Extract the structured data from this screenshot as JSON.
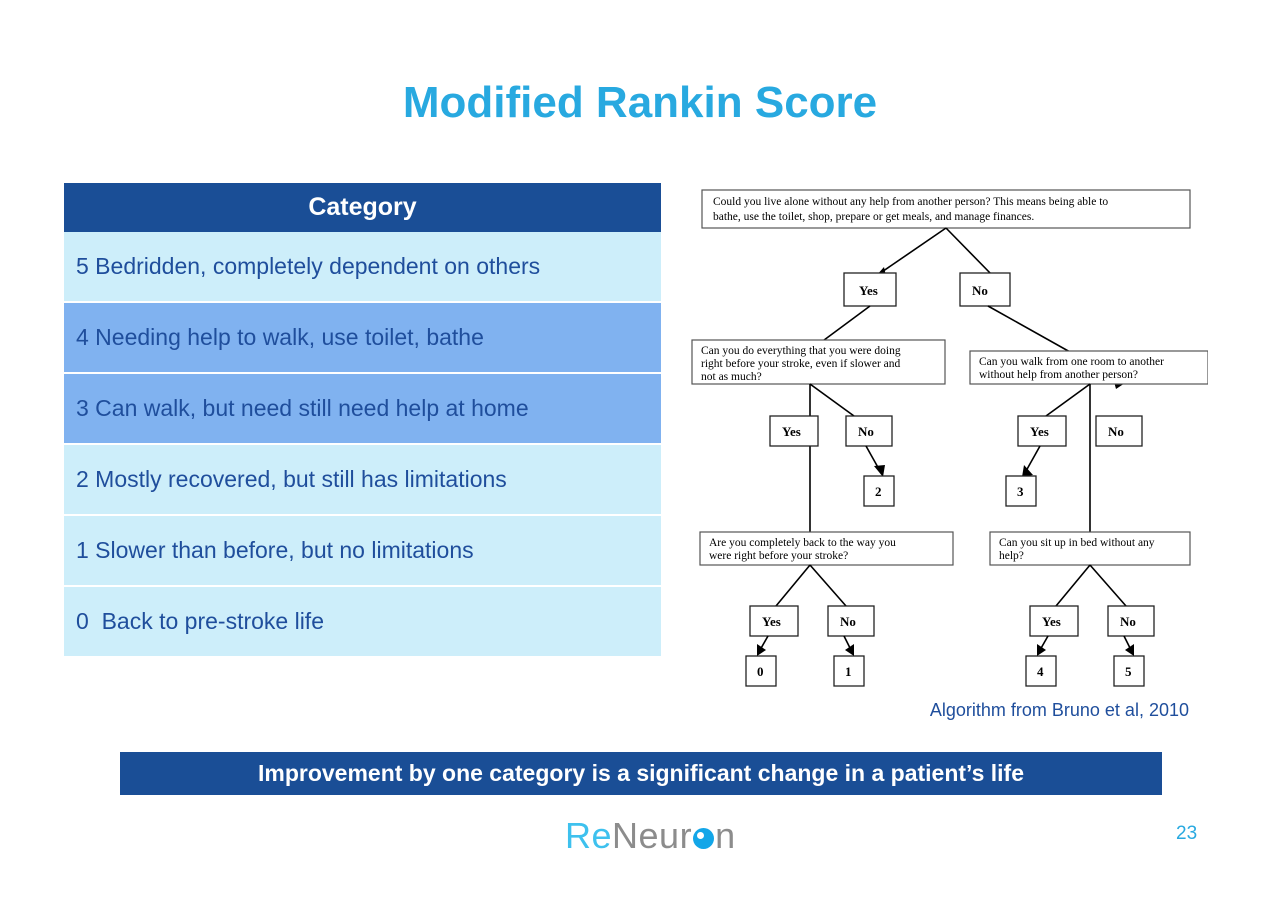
{
  "slide": {
    "title": "Modified Rankin Score",
    "page_number": "23",
    "source_caption": "Algorithm from Bruno et al, 2010",
    "banner_text": "Improvement by one category is a significant change in a patient’s life"
  },
  "colors": {
    "title_cyan": "#28A9E0",
    "header_blue": "#1A4E96",
    "row_light": "#CDEEFA",
    "row_medium": "#80B2F0",
    "row_text": "#1F4E9C",
    "banner_blue": "#1A4E96",
    "logo_cyan": "#3EC1EE",
    "logo_gray": "#8C8C8C",
    "logo_dot": "#13A6E8"
  },
  "category_table": {
    "header": "Category",
    "rows": [
      {
        "score": "5",
        "label": "5 Bedridden, completely dependent on others",
        "shade": "light"
      },
      {
        "score": "4",
        "label": "4 Needing help to walk, use toilet, bathe",
        "shade": "medium"
      },
      {
        "score": "3",
        "label": "3 Can walk, but need still need help at home",
        "shade": "medium"
      },
      {
        "score": "2",
        "label": "2 Mostly recovered, but still has limitations",
        "shade": "light"
      },
      {
        "score": "1",
        "label": "1 Slower than before, but no limitations",
        "shade": "light"
      },
      {
        "score": "0",
        "label": "0  Back to pre-stroke life",
        "shade": "light"
      }
    ]
  },
  "flowchart": {
    "q_root_line1": "Could you live alone without any help from another person? This means being able to",
    "q_root_line2": "bathe, use the toilet, shop, prepare or get meals, and manage finances.",
    "root_yes": "Yes",
    "root_no": "No",
    "q_left_line1": "Can you do everything that you were doing",
    "q_left_line2": "right before your stroke, even if slower and",
    "q_left_line3": "not as much?",
    "q_right_line1": "Can you walk from one room to another",
    "q_right_line2": "without help from another person?",
    "l2_left_yes": "Yes",
    "l2_left_no": "No",
    "l2_right_yes": "Yes",
    "l2_right_no": "No",
    "result_2": "2",
    "result_3": "3",
    "q_bl_line1": "Are you completely back to the way you",
    "q_bl_line2": "were right before your stroke?",
    "q_br_line1": "Can you sit up in bed without any",
    "q_br_line2": "help?",
    "l3_left_yes": "Yes",
    "l3_left_no": "No",
    "l3_right_yes": "Yes",
    "l3_right_no": "No",
    "result_0": "0",
    "result_1": "1",
    "result_4": "4",
    "result_5": "5"
  },
  "logo": {
    "part_re": "Re",
    "part_neur": "Neur",
    "part_n": "n",
    "dot_icon": "reneuron-dot-icon"
  }
}
